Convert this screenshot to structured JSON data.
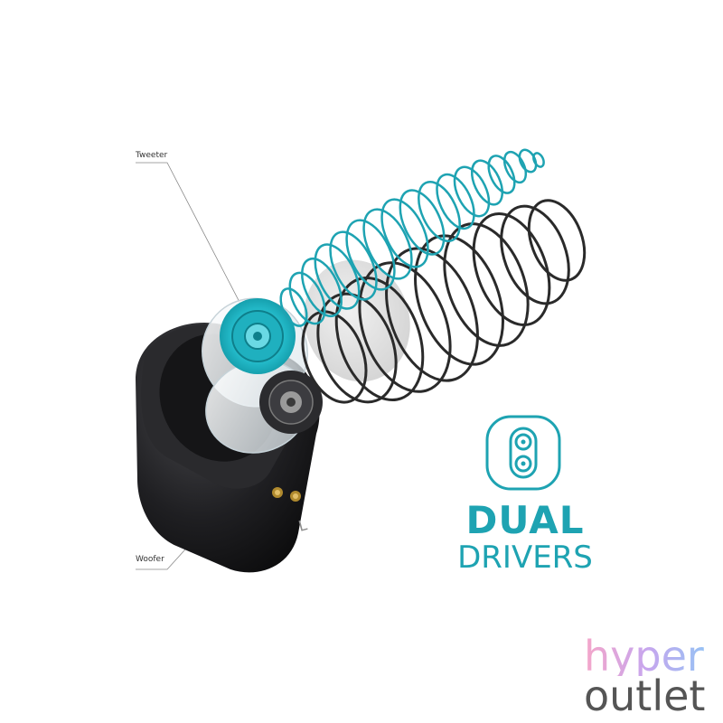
{
  "callouts": {
    "tweeter": "Tweeter",
    "woofer": "Woofer"
  },
  "earbud": {
    "side_marking": "L"
  },
  "feature": {
    "title_line1": "DUAL",
    "title_line2": "DRIVERS",
    "icon": "dual-driver-icon"
  },
  "watermark": {
    "line1": "hyper",
    "line2": "outlet"
  },
  "colors": {
    "accent": "#1ea3b2",
    "coil_dark": "#2a2a2a",
    "earbud_body": "#1c1c1e",
    "callout_line": "#888888"
  }
}
